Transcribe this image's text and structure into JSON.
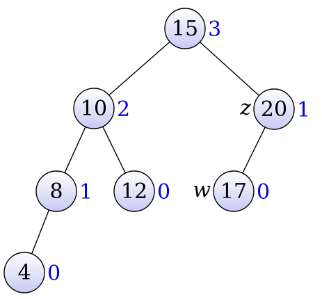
{
  "diagram": {
    "colors": {
      "node_fill_top": "#ffffff",
      "node_fill_bottom": "#c9c9f5",
      "outline": "#000000",
      "height_text": "#0000e6"
    },
    "nodes": [
      {
        "id": "n15",
        "key": "15",
        "height": "3",
        "label": ""
      },
      {
        "id": "n10",
        "key": "10",
        "height": "2",
        "label": ""
      },
      {
        "id": "n20",
        "key": "20",
        "height": "1",
        "label": "z"
      },
      {
        "id": "n8",
        "key": "8",
        "height": "1",
        "label": ""
      },
      {
        "id": "n12",
        "key": "12",
        "height": "0",
        "label": ""
      },
      {
        "id": "n17",
        "key": "17",
        "height": "0",
        "label": "w"
      },
      {
        "id": "n4",
        "key": "4",
        "height": "0",
        "label": ""
      }
    ],
    "edges": [
      {
        "from": "n15",
        "to": "n10"
      },
      {
        "from": "n15",
        "to": "n20"
      },
      {
        "from": "n10",
        "to": "n8"
      },
      {
        "from": "n10",
        "to": "n12"
      },
      {
        "from": "n20",
        "to": "n17"
      },
      {
        "from": "n8",
        "to": "n4"
      }
    ]
  }
}
